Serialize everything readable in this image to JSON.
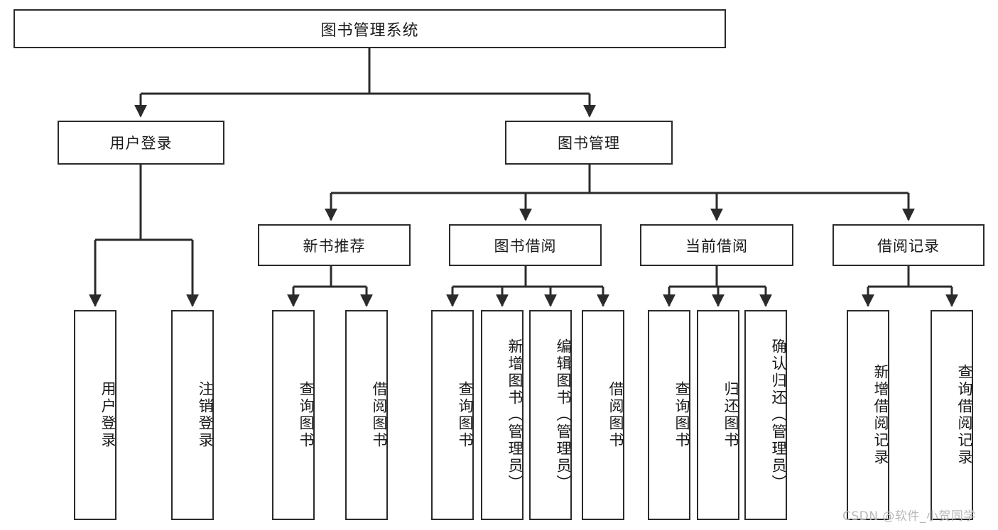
{
  "diagram": {
    "title": "图书管理系统",
    "type": "hierarchy-tree",
    "root": {
      "label": "图书管理系统"
    },
    "level2": [
      {
        "label": "用户登录"
      },
      {
        "label": "图书管理"
      }
    ],
    "level3": [
      {
        "label": "新书推荐"
      },
      {
        "label": "图书借阅"
      },
      {
        "label": "当前借阅"
      },
      {
        "label": "借阅记录"
      }
    ],
    "leaves": {
      "user_login": [
        {
          "label": "用户登录"
        },
        {
          "label": "注销登录"
        }
      ],
      "new_book_recommend": [
        {
          "label": "查询图书"
        },
        {
          "label": "借阅图书"
        }
      ],
      "book_borrow": [
        {
          "label": "查询图书"
        },
        {
          "label": "新增图书（管理员）"
        },
        {
          "label": "编辑图书（管理员）"
        },
        {
          "label": "借阅图书"
        }
      ],
      "current_borrow": [
        {
          "label": "查询图书"
        },
        {
          "label": "归还图书"
        },
        {
          "label": "确认归还（管理员）"
        }
      ],
      "borrow_record": [
        {
          "label": "新增借阅记录"
        },
        {
          "label": "查询借阅记录"
        }
      ]
    }
  },
  "watermark": {
    "text": "CSDN @软件_小贺同学"
  },
  "colors": {
    "box_border": "#2b2b2b",
    "box_fill": "#ffffff",
    "connector": "#2b2b2b",
    "text": "#1a1a1a",
    "watermark": "#b9b9b9"
  }
}
